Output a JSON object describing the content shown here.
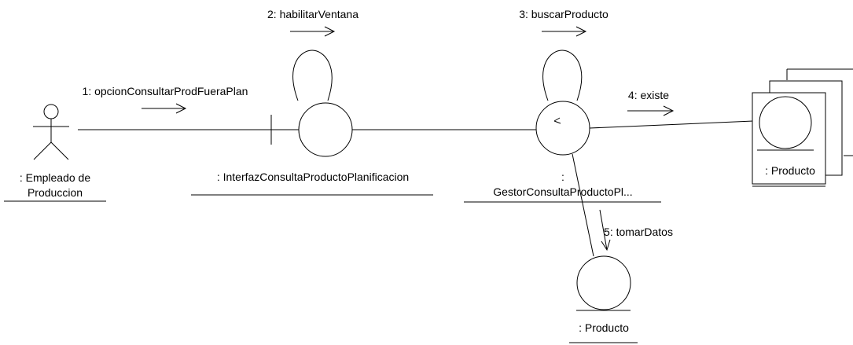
{
  "diagram": {
    "type": "UML collaboration diagram",
    "objects": {
      "actor": {
        "label_line1": ": Empleado de",
        "label_line2": "Produccion"
      },
      "boundary": {
        "label": ": InterfazConsultaProductoPlanificacion"
      },
      "control": {
        "label_line1": ":",
        "label_line2": "GestorConsultaProductoPl..."
      },
      "producto_multi": {
        "label": ": Producto"
      },
      "producto_single": {
        "label": ": Producto"
      }
    },
    "messages": [
      {
        "label": "1: opcionConsultarProdFueraPlan"
      },
      {
        "label": "2: habilitarVentana"
      },
      {
        "label": "3: buscarProducto"
      },
      {
        "label": "4: existe"
      },
      {
        "label": "5: tomarDatos"
      }
    ]
  }
}
